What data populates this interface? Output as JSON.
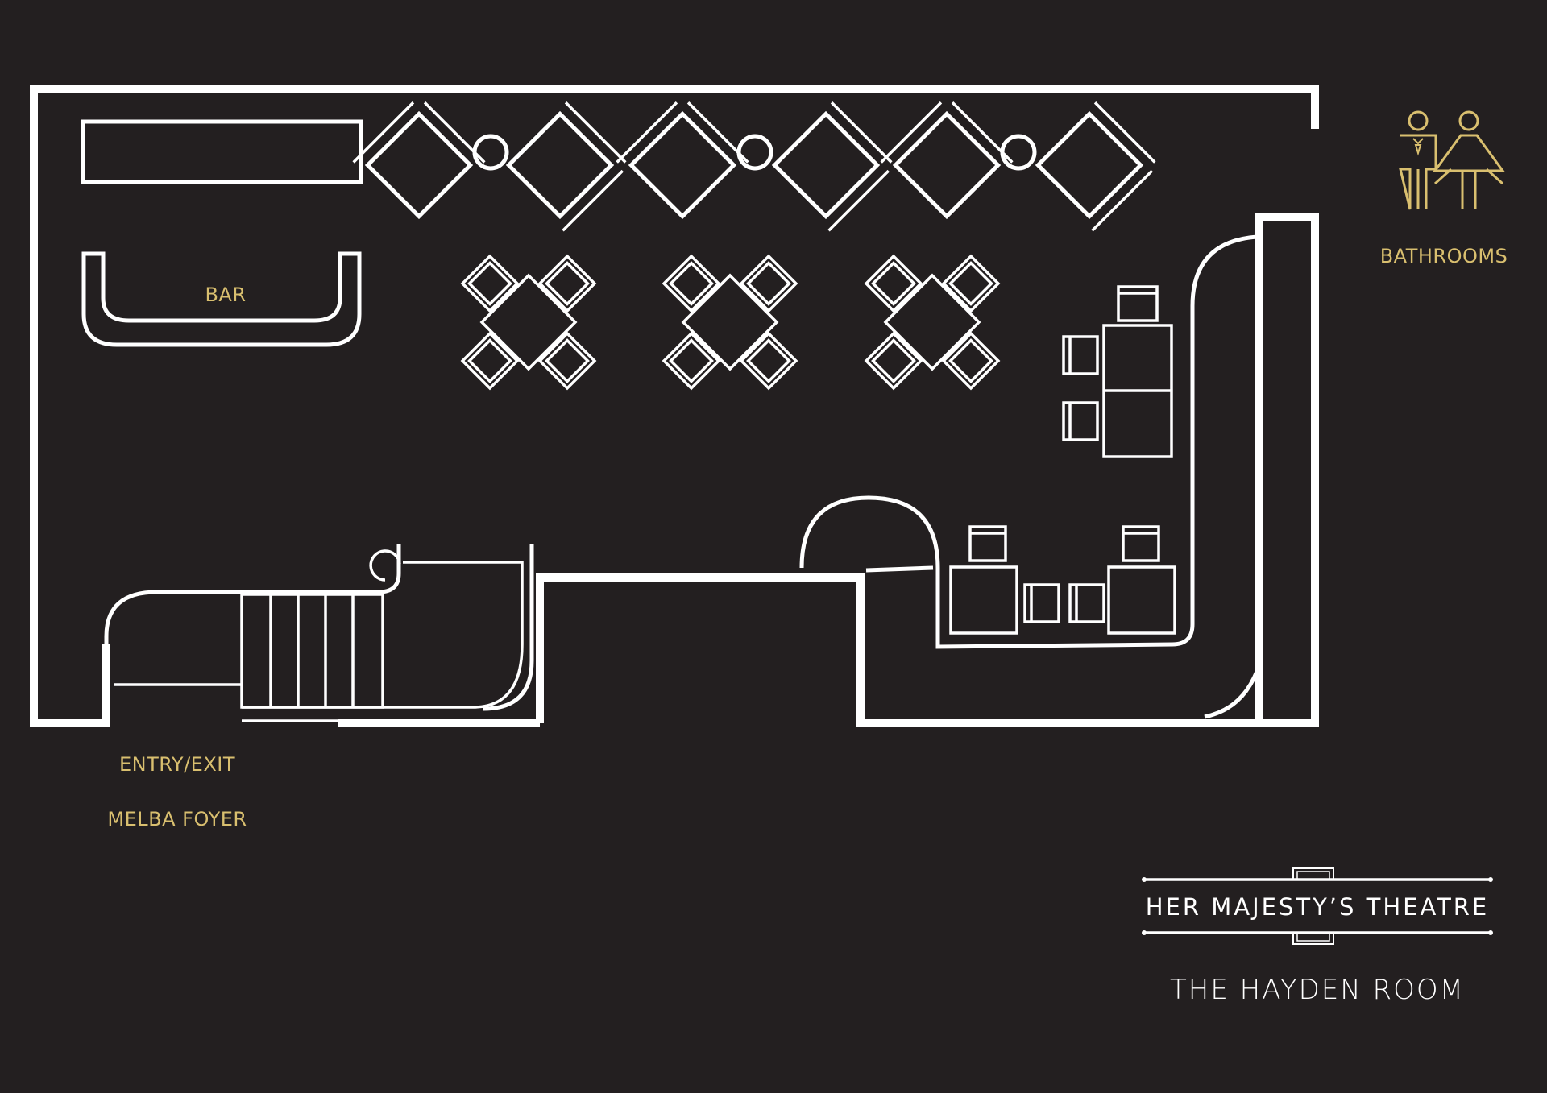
{
  "venue": {
    "name": "HER MAJESTY’S THEATRE",
    "room": "THE HAYDEN ROOM"
  },
  "labels": {
    "bar": "BAR",
    "bathrooms": "BATHROOMS",
    "entry_exit": "ENTRY/EXIT",
    "foyer": "MELBA FOYER"
  },
  "colors": {
    "background": "#231f20",
    "lines": "#ffffff",
    "accent": "#d9bf6f"
  },
  "icons": {
    "male": "male-toilet-icon",
    "female": "female-toilet-icon"
  }
}
